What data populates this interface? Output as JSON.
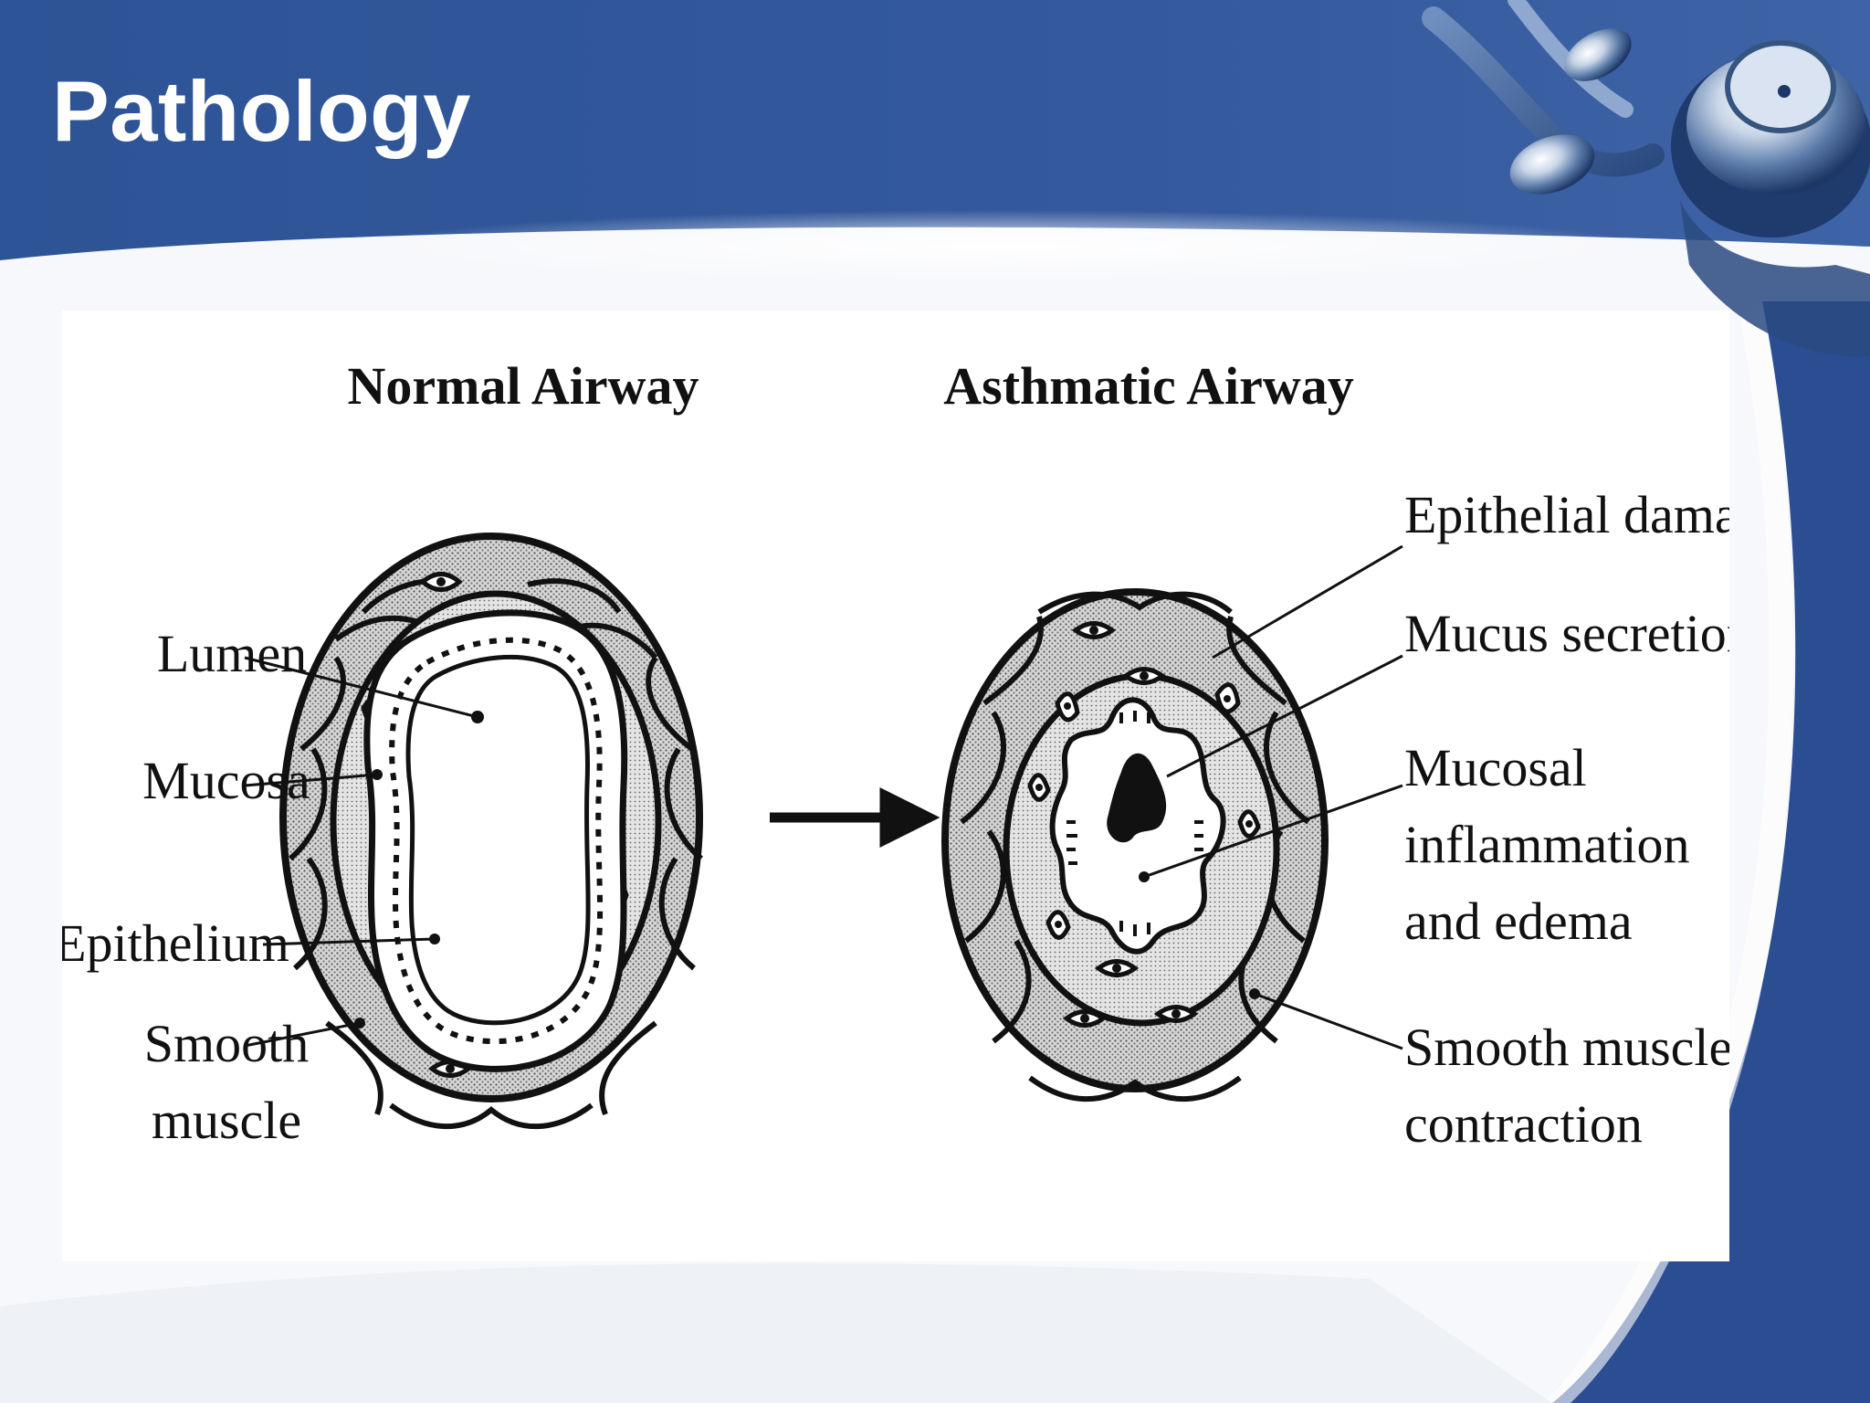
{
  "slide": {
    "title": "Pathology",
    "colors": {
      "header_blue": "#33589a",
      "band_blue": "#2c4f93",
      "panel_white": "#ffffff"
    },
    "decoration": "stethoscope-icon"
  },
  "figure": {
    "normal": {
      "heading": "Normal Airway",
      "labels": {
        "lumen": "Lumen",
        "mucosa": "Mucosa",
        "epithelium": "Epithelium",
        "smooth_muscle_1": "Smooth",
        "smooth_muscle_2": "muscle"
      }
    },
    "asthmatic": {
      "heading": "Asthmatic Airway",
      "labels": {
        "epithelial_damage": "Epithelial damage",
        "mucus_secretion": "Mucus secretion",
        "mucosal_1": "Mucosal",
        "mucosal_2": "inflammation",
        "mucosal_3": "and edema",
        "smooth_1": "Smooth muscle",
        "smooth_2": "contraction"
      }
    }
  }
}
